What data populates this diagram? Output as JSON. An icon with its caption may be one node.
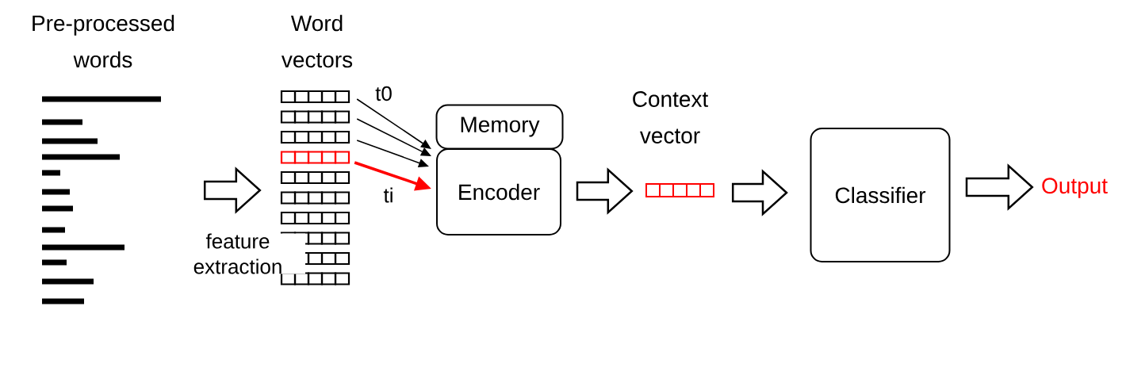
{
  "diagram": {
    "nodes": [
      {
        "text": [
          "Pre-processed words"
        ]
      },
      {
        "text": [
          "Word vectors"
        ]
      },
      {
        "text": [
          "Memory"
        ]
      },
      {
        "text": [
          "Encoder"
        ]
      },
      {
        "text": [
          "Context vector"
        ]
      },
      {
        "text": [
          "Classifier"
        ]
      },
      {
        "text": [
          "Output"
        ]
      }
    ],
    "edges": [
      {
        "from": 0,
        "to": 1,
        "arrow": "to",
        "style": "thick",
        "label": "feature extraction"
      },
      {
        "from": 1,
        "to": 3,
        "arrow": "to",
        "label": "t0"
      },
      {
        "from": 1,
        "to": 3,
        "arrow": "to"
      },
      {
        "from": 1,
        "to": 3,
        "arrow": "to"
      },
      {
        "from": 1,
        "to": 3,
        "arrow": "to",
        "label": "ti",
        "color": "#ff0000"
      },
      {
        "from": 3,
        "to": 4,
        "arrow": "to",
        "style": "thick"
      },
      {
        "from": 4,
        "to": 5,
        "arrow": "to",
        "style": "thick"
      },
      {
        "from": 5,
        "to": 6,
        "arrow": "to",
        "style": "thick"
      }
    ]
  }
}
